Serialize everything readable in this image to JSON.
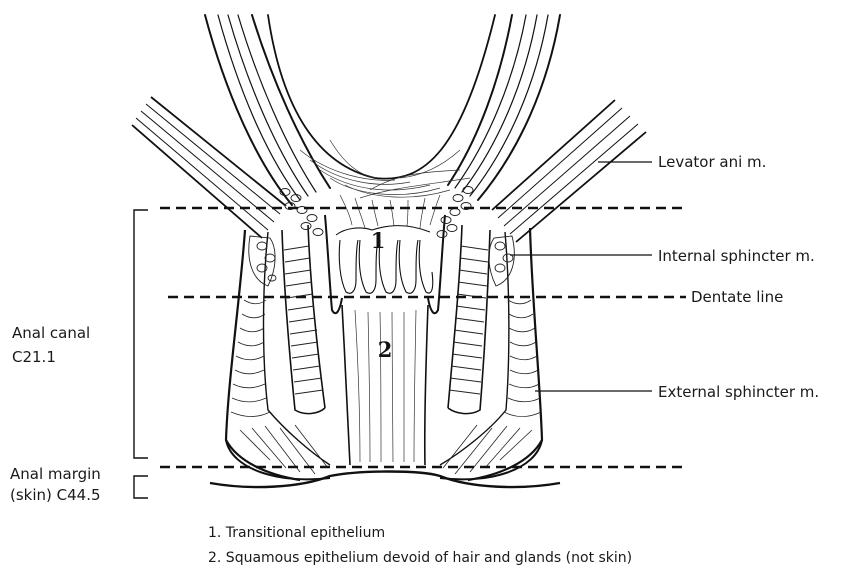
{
  "labels": {
    "levator": "Levator ani m.",
    "internal": "Internal sphincter m.",
    "dentate": "Dentate line",
    "external": "External sphincter m.",
    "anal_canal": "Anal canal",
    "anal_canal_code": "C21.1",
    "anal_margin": "Anal margin",
    "anal_margin_code": "(skin) C44.5"
  },
  "markers": {
    "one": "1",
    "two": "2"
  },
  "legend": [
    "1. Transitional epithelium",
    "2. Squamous epithelium devoid of hair and glands (not skin)"
  ]
}
